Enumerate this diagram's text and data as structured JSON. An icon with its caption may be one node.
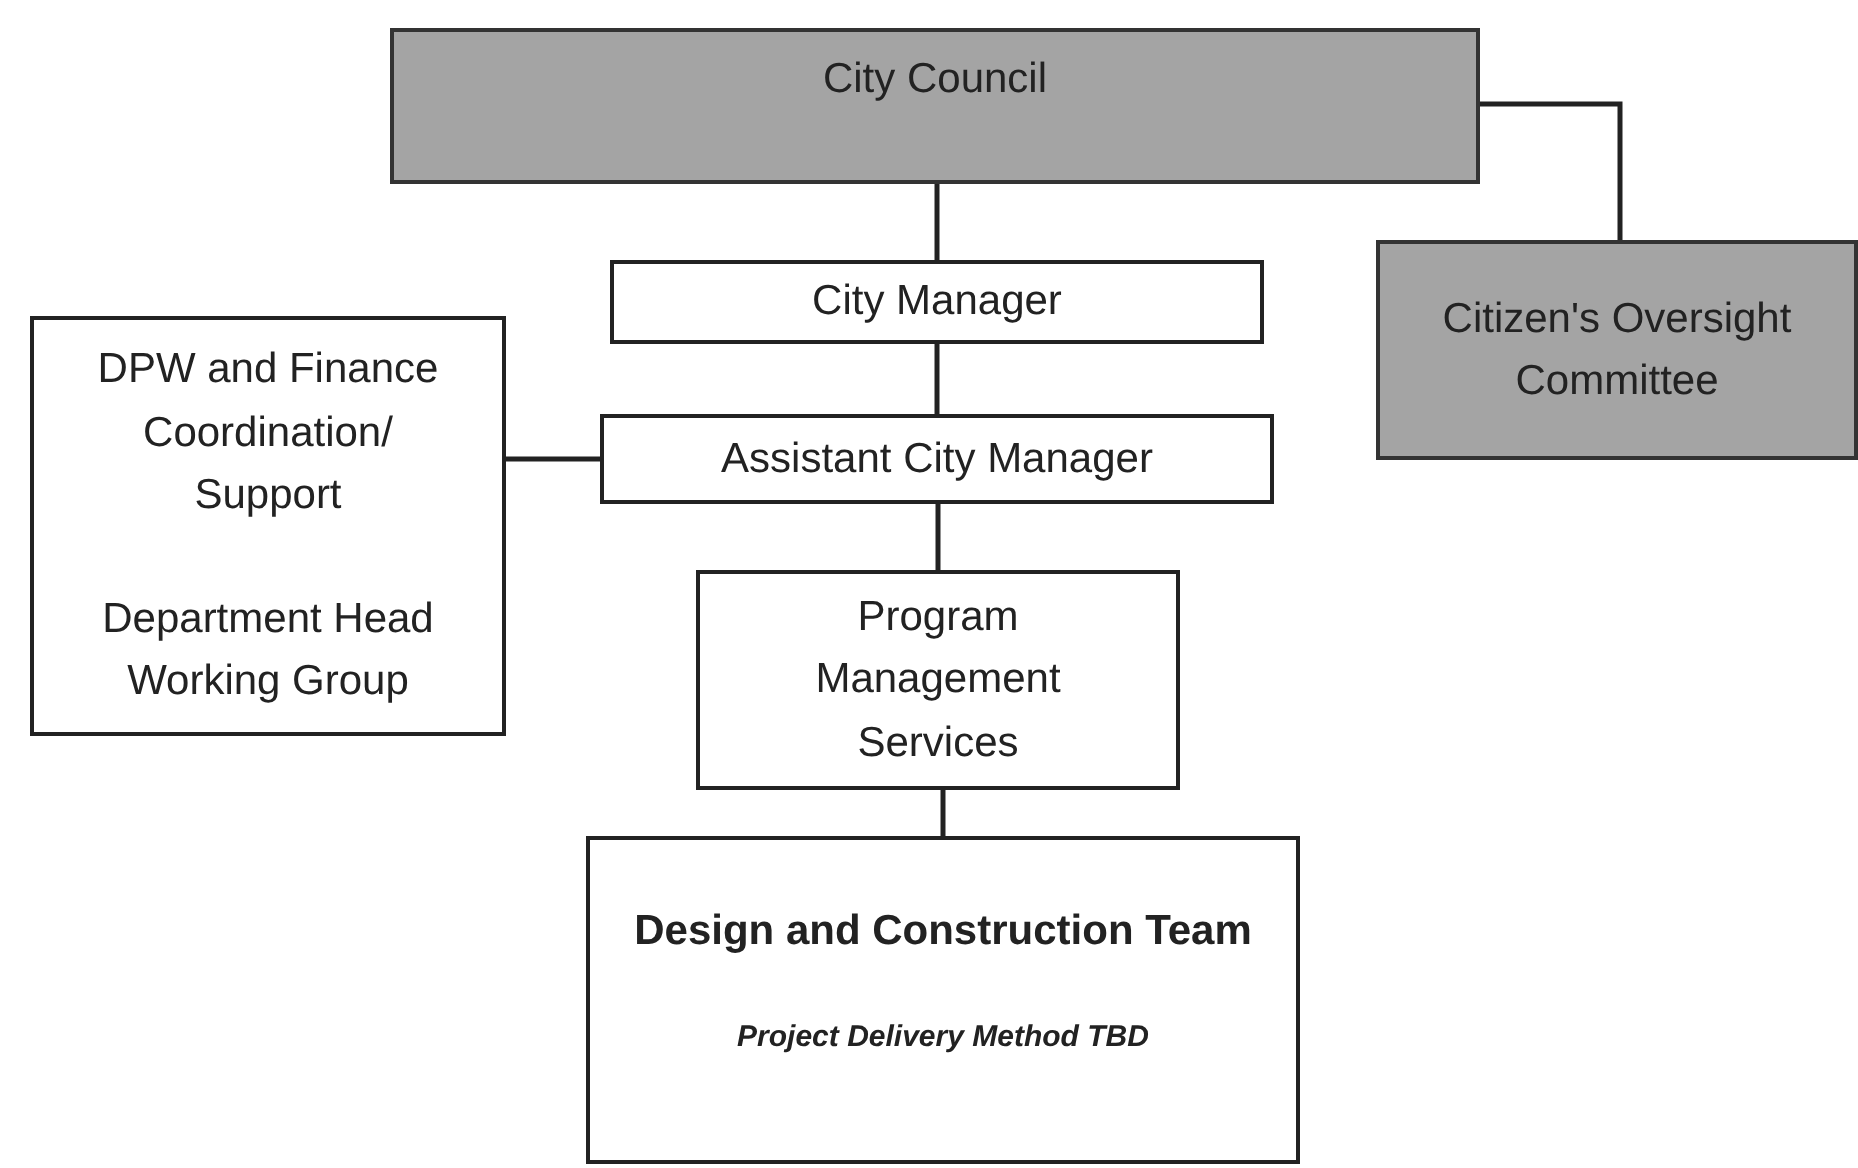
{
  "diagram": {
    "nodes": [
      {
        "text": [
          "City Council"
        ]
      },
      {
        "text": [
          "City Manager"
        ]
      },
      {
        "text": [
          "Citizen's Oversight Committee"
        ]
      },
      {
        "text": [
          "DPW and Finance Coordination/ Support",
          "Department Head Working Group"
        ]
      },
      {
        "text": [
          "Assistant City Manager"
        ]
      },
      {
        "text": [
          "Program Management Services"
        ]
      },
      {
        "text": [
          "Design and Construction Team",
          "Project Delivery Method TBD"
        ]
      }
    ],
    "edges": [
      {
        "from": 0,
        "to": 1,
        "arrow": "none"
      },
      {
        "from": 0,
        "to": 2,
        "arrow": "none"
      },
      {
        "from": 1,
        "to": 4,
        "arrow": "none"
      },
      {
        "from": 3,
        "to": 4,
        "arrow": "none"
      },
      {
        "from": 4,
        "to": 5,
        "arrow": "none"
      },
      {
        "from": 5,
        "to": 6,
        "arrow": "none"
      }
    ]
  }
}
